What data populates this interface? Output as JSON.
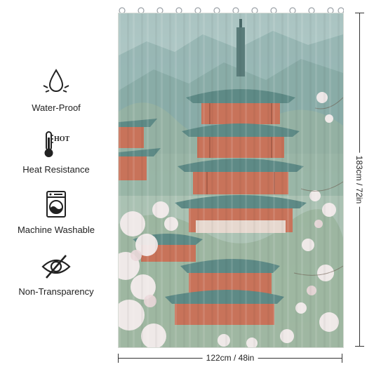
{
  "features": [
    {
      "icon": "water-drop-icon",
      "label": "Water-Proof"
    },
    {
      "icon": "thermometer-hot-icon",
      "label": "Heat Resistance",
      "icon_text": "HOT"
    },
    {
      "icon": "washing-machine-icon",
      "label": "Machine Washable"
    },
    {
      "icon": "eye-slash-icon",
      "label": "Non-Transparency"
    }
  ],
  "dimensions": {
    "height_label": "183cm / 72in",
    "width_label": "122cm / 48in"
  },
  "colors": {
    "pagoda_red": "#c8735a",
    "roof_teal": "#5e8a86",
    "mist": "#a9c1bf",
    "blossom": "#f4ecec"
  }
}
